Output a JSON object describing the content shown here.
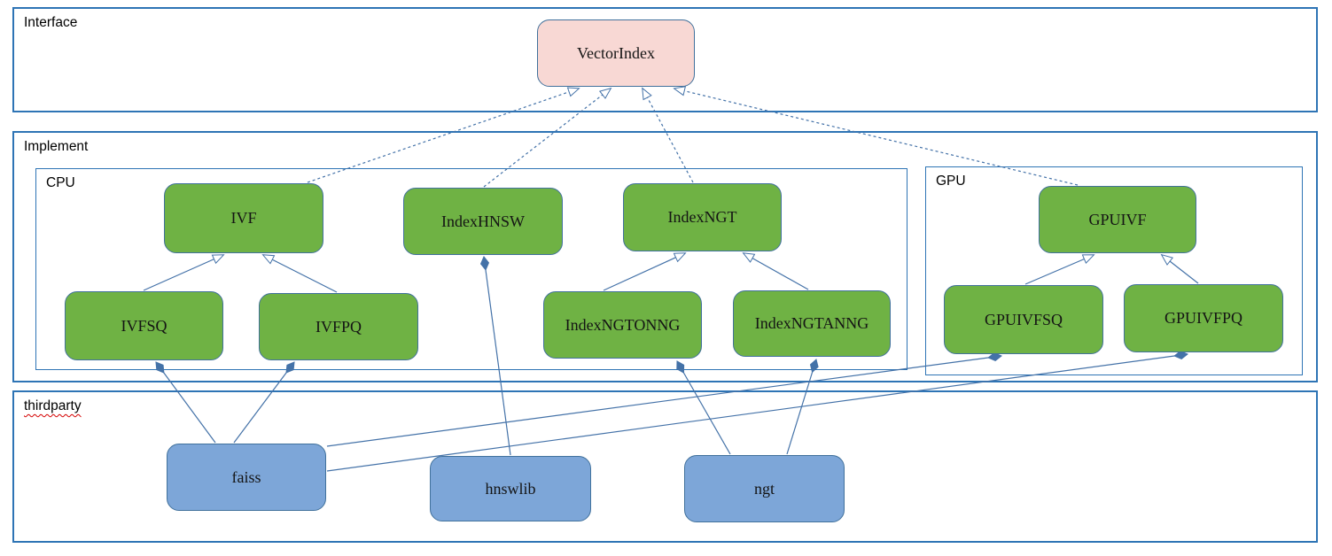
{
  "diagram": {
    "containers": [
      {
        "id": "interface",
        "label": "Interface"
      },
      {
        "id": "implement",
        "label": "Implement"
      },
      {
        "id": "cpu",
        "label": "CPU"
      },
      {
        "id": "gpu",
        "label": "GPU"
      },
      {
        "id": "thirdparty",
        "label": "thirdparty",
        "spellcheck_underline": true
      }
    ],
    "nodes": [
      {
        "id": "vectorindex",
        "label": "VectorIndex",
        "type": "interface"
      },
      {
        "id": "ivf",
        "label": "IVF",
        "type": "class"
      },
      {
        "id": "indexhnsw",
        "label": "IndexHNSW",
        "type": "class"
      },
      {
        "id": "indexngt",
        "label": "IndexNGT",
        "type": "class"
      },
      {
        "id": "gpuivf",
        "label": "GPUIVF",
        "type": "class"
      },
      {
        "id": "ivfsq",
        "label": "IVFSQ",
        "type": "class"
      },
      {
        "id": "ivfpq",
        "label": "IVFPQ",
        "type": "class"
      },
      {
        "id": "indexngtonng",
        "label": "IndexNGTONNG",
        "type": "class"
      },
      {
        "id": "indexngtanng",
        "label": "IndexNGTANNG",
        "type": "class"
      },
      {
        "id": "gpuivfsq",
        "label": "GPUIVFSQ",
        "type": "class"
      },
      {
        "id": "gpuivfpq",
        "label": "GPUIVFPQ",
        "type": "class"
      },
      {
        "id": "faiss",
        "label": "faiss",
        "type": "thirdparty"
      },
      {
        "id": "hnswlib",
        "label": "hnswlib",
        "type": "thirdparty"
      },
      {
        "id": "ngt",
        "label": "ngt",
        "type": "thirdparty"
      }
    ],
    "edges": [
      {
        "from": "ivf",
        "to": "vectorindex",
        "kind": "realization"
      },
      {
        "from": "indexhnsw",
        "to": "vectorindex",
        "kind": "realization"
      },
      {
        "from": "indexngt",
        "to": "vectorindex",
        "kind": "realization"
      },
      {
        "from": "gpuivf",
        "to": "vectorindex",
        "kind": "realization"
      },
      {
        "from": "ivfsq",
        "to": "ivf",
        "kind": "generalization"
      },
      {
        "from": "ivfpq",
        "to": "ivf",
        "kind": "generalization"
      },
      {
        "from": "indexngtonng",
        "to": "indexngt",
        "kind": "generalization"
      },
      {
        "from": "indexngtanng",
        "to": "indexngt",
        "kind": "generalization"
      },
      {
        "from": "gpuivfsq",
        "to": "gpuivf",
        "kind": "generalization"
      },
      {
        "from": "gpuivfpq",
        "to": "gpuivf",
        "kind": "generalization"
      },
      {
        "from": "faiss",
        "to": "ivfsq",
        "kind": "composition"
      },
      {
        "from": "faiss",
        "to": "ivfpq",
        "kind": "composition"
      },
      {
        "from": "faiss",
        "to": "gpuivfsq",
        "kind": "composition"
      },
      {
        "from": "faiss",
        "to": "gpuivfpq",
        "kind": "composition"
      },
      {
        "from": "hnswlib",
        "to": "indexhnsw",
        "kind": "composition"
      },
      {
        "from": "ngt",
        "to": "indexngtonng",
        "kind": "composition"
      },
      {
        "from": "ngt",
        "to": "indexngtanng",
        "kind": "composition"
      }
    ],
    "colors": {
      "interface_node_fill": "#f8d8d4",
      "class_node_fill": "#6fb244",
      "thirdparty_node_fill": "#7da6d8",
      "node_border": "#41719c",
      "container_border": "#2e74b5",
      "edge": "#4472a8",
      "spellcheck": "#d40000"
    }
  }
}
